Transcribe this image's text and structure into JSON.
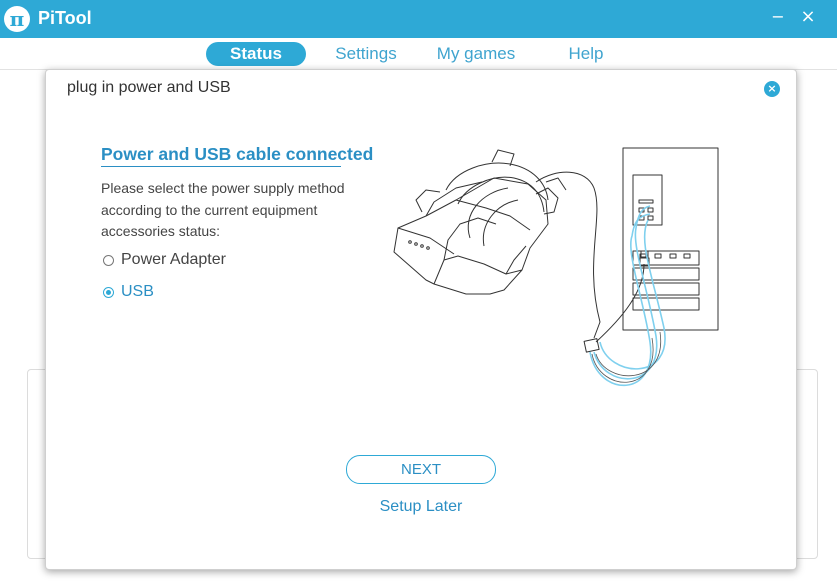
{
  "app": {
    "title": "PiTool",
    "logo_icon": "pi-logo-icon",
    "logo_glyph": "π"
  },
  "window": {
    "minimize_glyph": "−",
    "close_glyph": "×"
  },
  "tabs": [
    {
      "label": "Status",
      "active": true
    },
    {
      "label": "Settings",
      "active": false
    },
    {
      "label": "My games",
      "active": false
    },
    {
      "label": "Help",
      "active": false
    }
  ],
  "dialog": {
    "title": "plug in power and USB",
    "close_glyph": "×",
    "heading": "Power and USB cable connected",
    "description": "Please select the power supply method according to the current equipment accessories status:",
    "options": [
      {
        "label": "Power Adapter",
        "selected": false
      },
      {
        "label": "USB",
        "selected": true
      }
    ],
    "illustration": "vr-headset-connected-to-pc-tower",
    "next_button": "NEXT",
    "later_link": "Setup Later"
  },
  "colors": {
    "accent": "#2ea9d6",
    "text_accent": "#2b8fc4",
    "cable_highlight": "#7fd0ee"
  }
}
